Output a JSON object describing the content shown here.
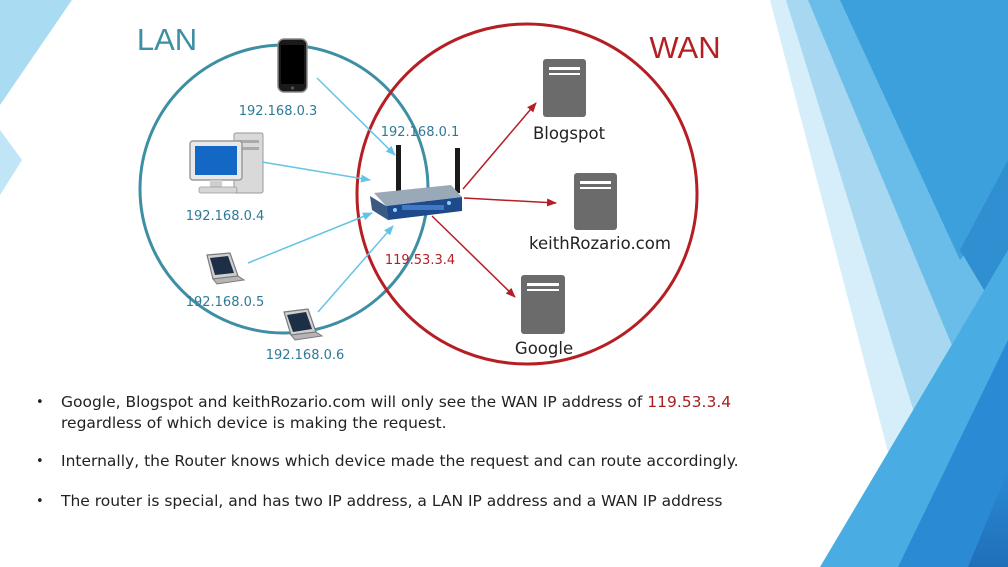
{
  "diagram": {
    "lan_title": "LAN",
    "wan_title": "WAN",
    "lan_devices": [
      {
        "icon": "smartphone-icon",
        "ip": "192.168.0.3"
      },
      {
        "icon": "desktop-computer-icon",
        "ip": "192.168.0.4"
      },
      {
        "icon": "laptop-icon",
        "ip": "192.168.0.5"
      },
      {
        "icon": "laptop-icon",
        "ip": "192.168.0.6"
      }
    ],
    "router": {
      "icon": "router-icon",
      "lan_ip": "192.168.0.1",
      "wan_ip": "119.53.3.4"
    },
    "servers": [
      {
        "icon": "server-icon",
        "label": "Blogspot"
      },
      {
        "icon": "server-icon",
        "label": "keithRozario.com"
      },
      {
        "icon": "server-icon",
        "label": "Google"
      }
    ]
  },
  "bullets": {
    "marker": "•",
    "b1_before": "Google, Blogspot and keithRozario.com will only see the WAN IP address of ",
    "b1_ip": "119.53.3.4",
    "b1_after": "regardless of which device is making the request.",
    "b2": "Internally, the Router knows which device made the request and can route accordingly.",
    "b3": "The router is special, and has two IP address, a LAN IP address and a WAN IP address"
  },
  "colors": {
    "lan": "#3e8ea4",
    "wan": "#b51f24",
    "arrow_lan": "#64c4e4",
    "highlight": "#a51e22",
    "server": "#6b6b6b"
  }
}
